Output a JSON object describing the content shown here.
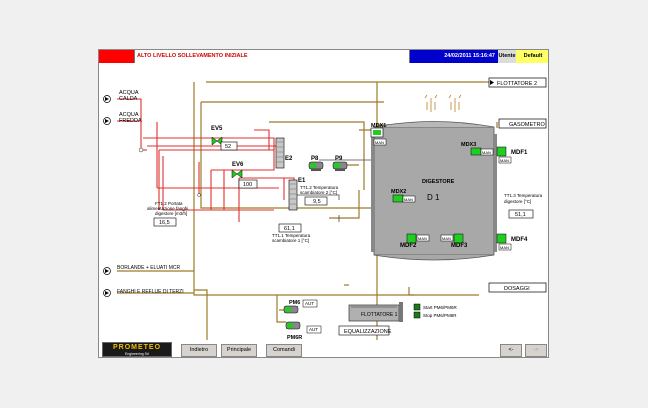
{
  "header": {
    "alarm_text": "ALTO LIVELLO SOLLEVAMENTO INIZIALE",
    "datetime": "24/02/2011 15:16:47",
    "status": "Utente",
    "profile": "Default"
  },
  "inputs": {
    "acqua_calda": [
      "ACQUA",
      "CALDA"
    ],
    "acqua_fredda": [
      "ACQUA",
      "FREDDA"
    ],
    "borlande": "BORLANDE + ELUATI MCR",
    "fanghi": "FANGHI E REFLUE DI TERZI"
  },
  "outputs": {
    "flottatore2": "FLOTTATORE 2",
    "gasometro": "GASOMETRO",
    "dosaggi": "DOSAGGI",
    "equalizzazione": "EQUALIZZAZIONE"
  },
  "equipment": {
    "ev5": "EV5",
    "ev5_value": "52",
    "ev6": "EV6",
    "ev6_value": "100",
    "e2": "E2",
    "e1": "E1",
    "p8": "P8",
    "p9": "P9",
    "digestore_label": "DIGESTORE",
    "digestore_name": "D 1",
    "mdx1": "MDX1",
    "mdx2": "MDX2",
    "mdx3": "MDX3",
    "mdf1": "MDF1",
    "mdf2": "MDF2",
    "mdf3": "MDF3",
    "mdf4": "MDF4",
    "man": "MAN",
    "pm6": "PM6",
    "pm6r": "PM6R",
    "aut": "AUT",
    "flottatore1": "FLOTTATORE 1",
    "start_pm6": "Start PM6/PM6R",
    "stop_pm6": "Stop PM6/PM6R"
  },
  "measures": {
    "ft12": {
      "label": [
        "FT1.2 Portata",
        "alimentazione fanghi",
        "digestore [m3/h]"
      ],
      "value": "16,5"
    },
    "tt12": {
      "label": [
        "TT1.2 Temperatura",
        "scambiatore 2 [°C]"
      ],
      "value": "9,5"
    },
    "tt11": {
      "label": [
        "TT1.1 Temperatura",
        "scambiatore 1 [°C]"
      ],
      "value": "61,1"
    },
    "tt13": {
      "label": [
        "TT1.3 Temperatura",
        "digestore [°C]"
      ],
      "value": "51,1"
    }
  },
  "nav": {
    "logo": "PROMETEO",
    "logo_sub": "Engineering Srl",
    "indietro": "Indietro",
    "principale": "Principale",
    "comandi": "Comandi",
    "prev": "<-",
    "next": "->"
  },
  "colors": {
    "hot_line": "#e03030",
    "sludge_line": "#9c7a2a",
    "alarm_red": "#ff0000",
    "date_blue": "#0000cc",
    "profile_yellow": "#ffff66",
    "run_green": "#22cc22",
    "tank_gray": "#a8a8a8"
  }
}
